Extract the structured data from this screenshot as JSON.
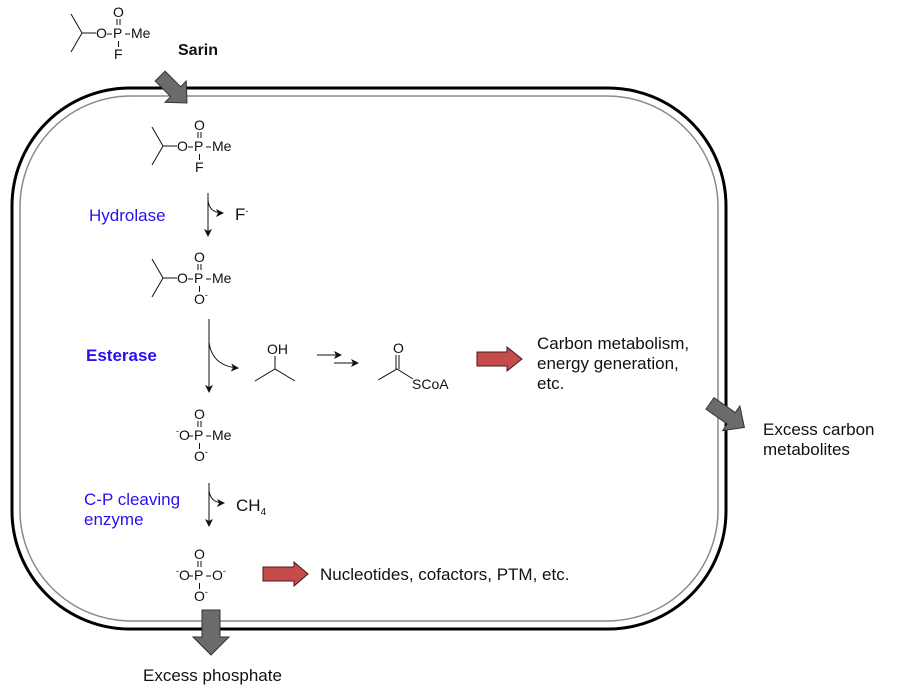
{
  "title": "Sarin degradation pathway inside a cell",
  "compounds": {
    "sarin_outside": {
      "atoms": [
        "O",
        "P",
        "Me",
        "O",
        "F"
      ],
      "label": "Sarin"
    },
    "sarin_inside": {
      "atoms": [
        "O",
        "P",
        "Me",
        "O",
        "F"
      ]
    },
    "ipmp": {
      "atoms": [
        "O",
        "P",
        "Me",
        "O",
        "O"
      ],
      "charge": "-"
    },
    "isopropanol": {
      "group": "OH"
    },
    "acetyl_coa": {
      "carbonyl": "O",
      "group": "SCoA"
    },
    "mpa": {
      "atoms": [
        "O",
        "P",
        "Me",
        "O",
        "O"
      ],
      "charge": "-"
    },
    "phosphate": {
      "atoms": [
        "O",
        "P",
        "O",
        "O",
        "O"
      ],
      "charge": "-"
    }
  },
  "enzymes": {
    "hydrolase": "Hydrolase",
    "esterase": "Esterase",
    "cp_cleaving_line1": "C-P cleaving",
    "cp_cleaving_line2": "enzyme"
  },
  "byproducts": {
    "fluoride": "F",
    "fluoride_charge": "-",
    "methane_base": "CH",
    "methane_sub": "4"
  },
  "outcomes": {
    "carbon_metabolism": [
      "Carbon metabolism,",
      "energy generation,",
      "etc."
    ],
    "phosphate_use": "Nucleotides, cofactors, PTM, etc.",
    "excess_carbon": [
      "Excess carbon",
      "metabolites"
    ],
    "excess_phosphate": "Excess phosphate"
  },
  "colors": {
    "enzyme_text": "#2a10f0",
    "red_arrow": "#c64b4b",
    "gray_arrow": "#6b6b6b",
    "membrane_outer": "#000000",
    "membrane_inner": "#8a8a8a"
  }
}
